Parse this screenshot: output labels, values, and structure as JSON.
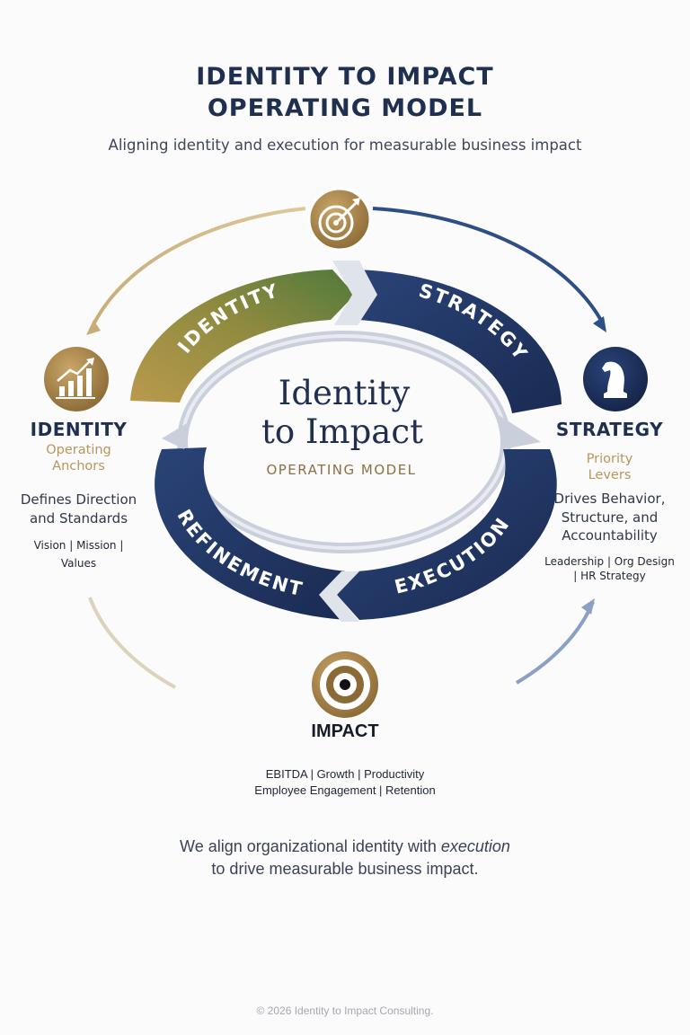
{
  "header": {
    "title_line1": "IDENTITY TO IMPACT",
    "title_line2": "OPERATING MODEL",
    "subtitle": "Aligning identity and execution for measurable business impact"
  },
  "cycle": {
    "segments": [
      "IDENTITY",
      "STRATEGY",
      "EXECUTION",
      "REFINEMENT"
    ],
    "center_line1": "Identity",
    "center_line2": "to Impact",
    "center_sub": "OPERATING MODEL"
  },
  "identity": {
    "title": "IDENTITY",
    "subtitle_line1": "Operating",
    "subtitle_line2": "Anchors",
    "desc_line1": "Defines Direction",
    "desc_line2": "and Standards",
    "items_line1": "Vision | Mission |",
    "items_line2": "Values",
    "icon": "growth-chart-icon"
  },
  "strategy": {
    "title": "STRATEGY",
    "subtitle_line1": "Priority",
    "subtitle_line2": "Levers",
    "desc_line1": "Drives Behavior,",
    "desc_line2": "Structure, and",
    "desc_line3": "Accountability",
    "items_line1": "Leadership | Org Design",
    "items_line2": "| HR Strategy",
    "icon": "chess-knight-icon"
  },
  "impact": {
    "title": "IMPACT",
    "items_line1": "EBITDA | Growth | Productivity",
    "items_line2": "Employee Engagement | Retention",
    "icon": "target-icon"
  },
  "top_icon": "target-arrow-icon",
  "tagline": {
    "line1_a": "We align organizational identity with ",
    "line1_b": "execution",
    "line2": "to drive measurable business impact."
  },
  "footer": "© 2026 Identity to Impact Consulting.",
  "colors": {
    "navy": "#1f3461",
    "gold": "#b8965a",
    "green": "#5f7b3a",
    "title": "#1f2f4f"
  }
}
